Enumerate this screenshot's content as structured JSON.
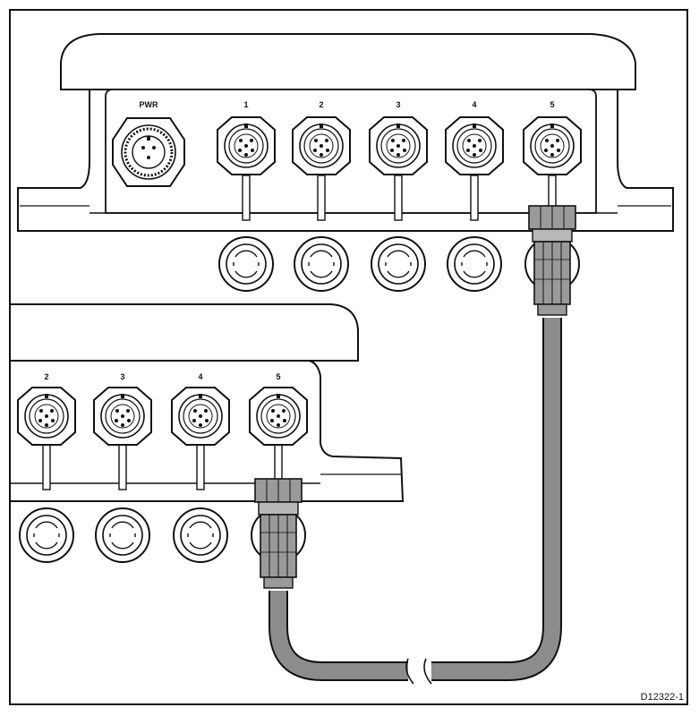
{
  "top_unit": {
    "power_label": "PWR",
    "port_labels": [
      "1",
      "2",
      "3",
      "4",
      "5"
    ]
  },
  "bottom_unit": {
    "port_labels": [
      "2",
      "3",
      "4",
      "5"
    ]
  },
  "figure_ref": "D12322-1",
  "colors": {
    "outline": "#111111",
    "cable": "#8c8c8c",
    "connector_fill": "#9a9a9a"
  }
}
